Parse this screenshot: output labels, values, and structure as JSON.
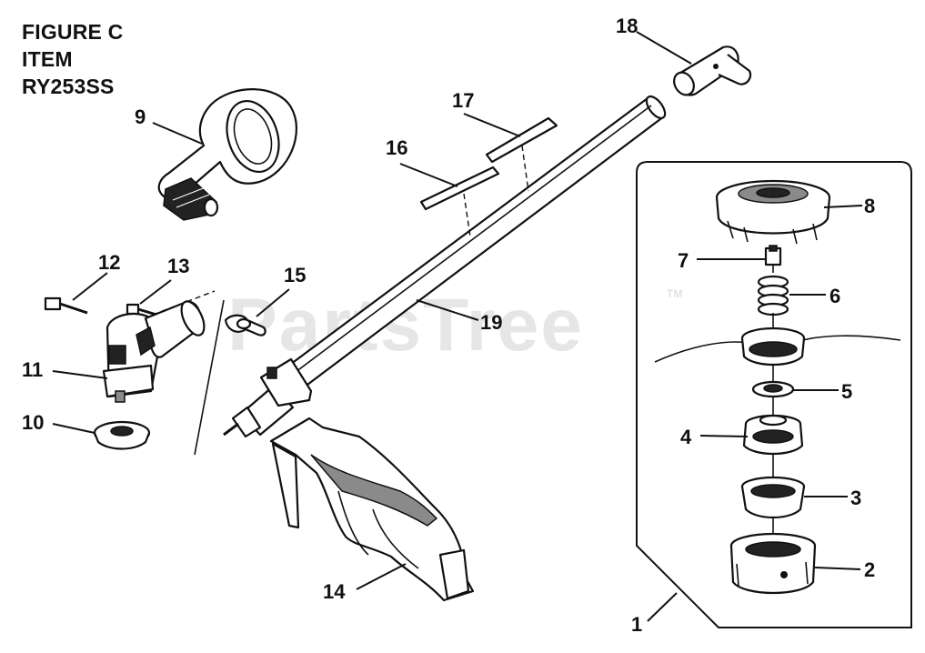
{
  "header": {
    "line1": "FIGURE C",
    "line2": "ITEM",
    "line3": "RY253SS"
  },
  "watermark": {
    "text": "PartsTree",
    "mark": "TM"
  },
  "callouts": [
    {
      "id": "1",
      "label": "1"
    },
    {
      "id": "2",
      "label": "2"
    },
    {
      "id": "3",
      "label": "3"
    },
    {
      "id": "4",
      "label": "4"
    },
    {
      "id": "5",
      "label": "5"
    },
    {
      "id": "6",
      "label": "6"
    },
    {
      "id": "7",
      "label": "7"
    },
    {
      "id": "8",
      "label": "8"
    },
    {
      "id": "9",
      "label": "9"
    },
    {
      "id": "10",
      "label": "10"
    },
    {
      "id": "11",
      "label": "11"
    },
    {
      "id": "12",
      "label": "12"
    },
    {
      "id": "13",
      "label": "13"
    },
    {
      "id": "14",
      "label": "14"
    },
    {
      "id": "15",
      "label": "15"
    },
    {
      "id": "16",
      "label": "16"
    },
    {
      "id": "17",
      "label": "17"
    },
    {
      "id": "18",
      "label": "18"
    },
    {
      "id": "19",
      "label": "19"
    }
  ]
}
